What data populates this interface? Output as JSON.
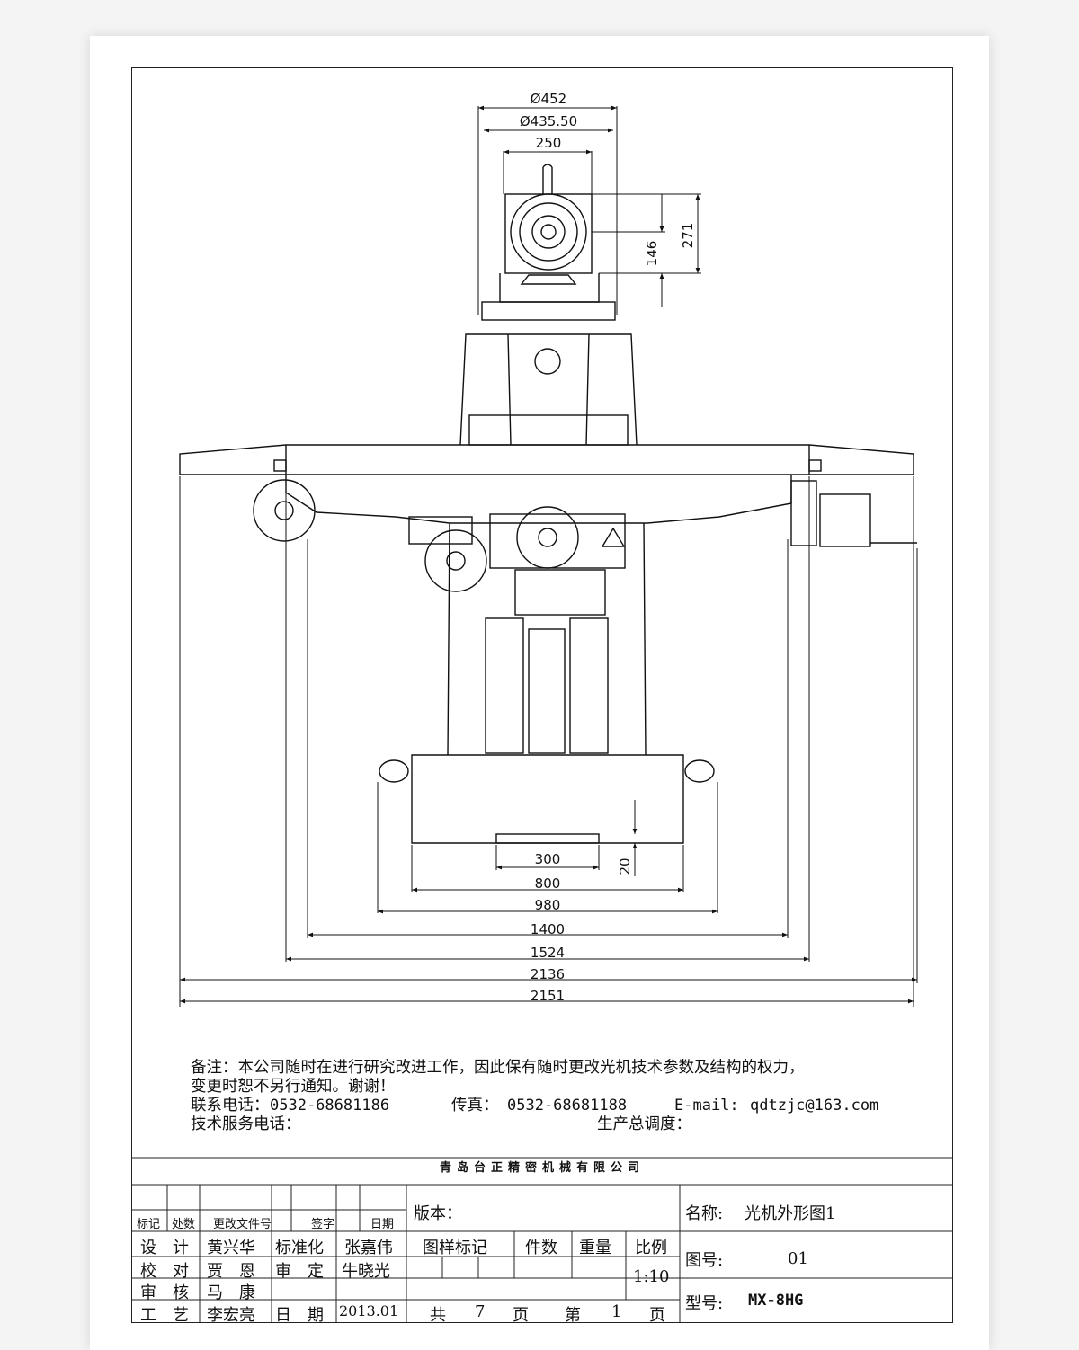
{
  "dimensions": {
    "d452": "Ø452",
    "d435": "Ø435.50",
    "w250": "250",
    "h146": "146",
    "h271": "271",
    "w300": "300",
    "w800": "800",
    "w980": "980",
    "w1400": "1400",
    "w1524": "1524",
    "w2136": "2136",
    "w2151": "2151",
    "h20": "20"
  },
  "notes": {
    "line1": "备注：本公司随时在进行研究改进工作，因此保有随时更改光机技术参数及结构的权力，",
    "line2": "变更时恕不另行通知。谢谢！",
    "phone_label": "联系电话：",
    "phone": "0532-68681186",
    "fax_label": "传真：",
    "fax": "0532-68681188",
    "email_label": "E-mail:",
    "email": "qdtzjc@163.com",
    "service_label": "技术服务电话：",
    "dispatch_label": "生产总调度："
  },
  "title_block": {
    "company": "青岛台正精密机械有限公司",
    "rev_headers": [
      "标记",
      "处数",
      "更改文件号",
      "签字",
      "日期"
    ],
    "design_label": "设　计",
    "design_name": "黄兴华",
    "standard_label": "标准化",
    "standard_name": "张嘉伟",
    "check_label": "校　对",
    "check_name": "贾　恩",
    "approve_label": "审　定",
    "approve_name": "牛晓光",
    "review_label": "审　核",
    "review_name": "马　康",
    "process_label": "工　艺",
    "process_name": "李宏亮",
    "date_label": "日　期",
    "date_value": "2013.01",
    "version_label": "版本：",
    "sample_mark": "图样标记",
    "qty": "件数",
    "weight": "重量",
    "scale_label": "比例",
    "scale_value": "1:10",
    "total_label": "共",
    "total_pages": "7",
    "page_unit": "页",
    "page_label": "第",
    "page_num": "1",
    "page_unit2": "页",
    "name_label": "名称:",
    "name_value": "光机外形图1",
    "drawing_no_label": "图号:",
    "drawing_no_value": "01",
    "model_label": "型号:",
    "model_value": "MX-8HG"
  }
}
